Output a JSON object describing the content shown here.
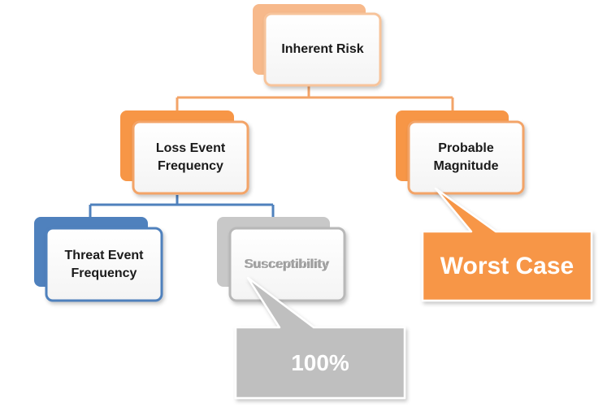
{
  "nodes": {
    "inherent_risk": "Inherent Risk",
    "loss_event_frequency_line1": "Loss Event",
    "loss_event_frequency_line2": "Frequency",
    "probable_magnitude_line1": "Probable",
    "probable_magnitude_line2": "Magnitude",
    "threat_event_frequency_line1": "Threat Event",
    "threat_event_frequency_line2": "Frequency",
    "susceptibility": "Susceptibility"
  },
  "callouts": {
    "worst_case": "Worst Case",
    "susceptibility_value": "100%"
  },
  "colors": {
    "orange_light": "#f7b98b",
    "orange": "#f79646",
    "orange_border": "#f3a468",
    "blue": "#4f81bd",
    "gray": "#bfbfbf",
    "gray_border": "#b0b0b0"
  }
}
